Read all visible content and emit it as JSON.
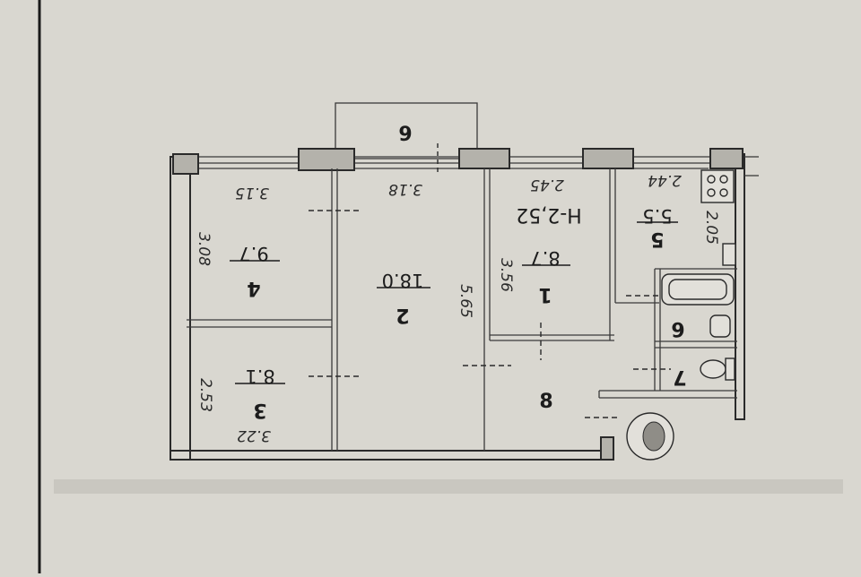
{
  "plan": {
    "height_label": "H-2,52",
    "rooms": [
      {
        "id": "room-1",
        "number": "1",
        "area": "8.7",
        "dims": [
          "3.56",
          "2.45"
        ]
      },
      {
        "id": "room-2",
        "number": "2",
        "area": "18.0",
        "dims": [
          "5.65",
          "3.18"
        ]
      },
      {
        "id": "room-3",
        "number": "3",
        "area": "8.1",
        "dims": [
          "2.53",
          "3.22"
        ]
      },
      {
        "id": "room-4",
        "number": "4",
        "area": "9.7",
        "dims": [
          "3.08",
          "3.15"
        ]
      },
      {
        "id": "room-5",
        "number": "5",
        "area": "5.5",
        "dims": [
          "2.05",
          "2.44"
        ]
      },
      {
        "id": "room-6",
        "number": "6"
      },
      {
        "id": "room-7",
        "number": "7"
      },
      {
        "id": "room-8",
        "number": "8"
      },
      {
        "id": "room-9",
        "number": "9"
      }
    ]
  }
}
